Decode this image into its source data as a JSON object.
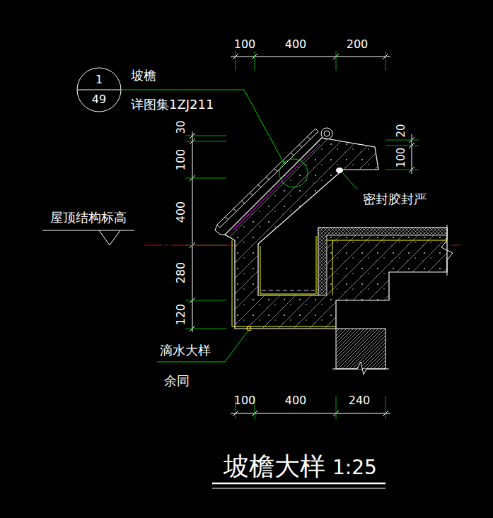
{
  "diagram": {
    "title": "坡檐大样",
    "nodes": [
      {
        "text": [
          "1",
          "49"
        ]
      }
    ],
    "labels": [
      "坡檐",
      "详图集1ZJ211",
      "100",
      "400",
      "200",
      "30",
      "100",
      "400",
      "280",
      "120",
      "20",
      "100",
      "密封胶封严",
      "屋顶结构标高",
      "滴水大样",
      "余同",
      "100",
      "400",
      "240",
      "1:25"
    ]
  }
}
